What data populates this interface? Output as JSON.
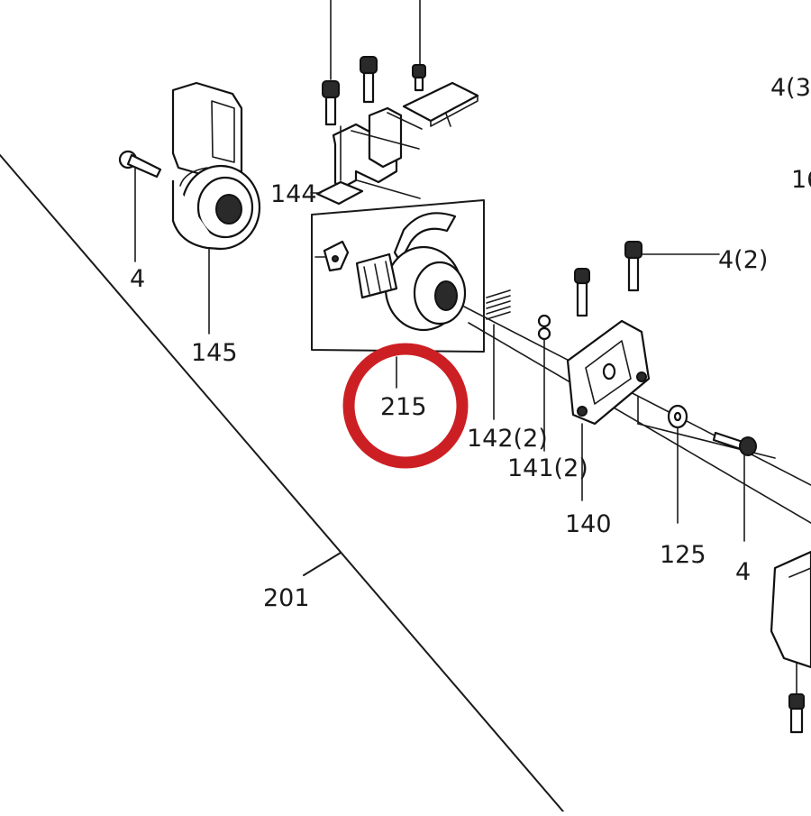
{
  "labels": {
    "part_4_left": "4",
    "part_145": "145",
    "part_144": "144",
    "part_215": "215",
    "part_142": "142(2)",
    "part_141": "141(2)",
    "part_140": "140",
    "part_125": "125",
    "part_4_right": "4",
    "part_4_2": "4(2)",
    "part_4_3_partial": "4(3",
    "part_16_partial": "16",
    "part_201": "201"
  },
  "highlight": {
    "target": "215",
    "color": "#cc1f24"
  }
}
